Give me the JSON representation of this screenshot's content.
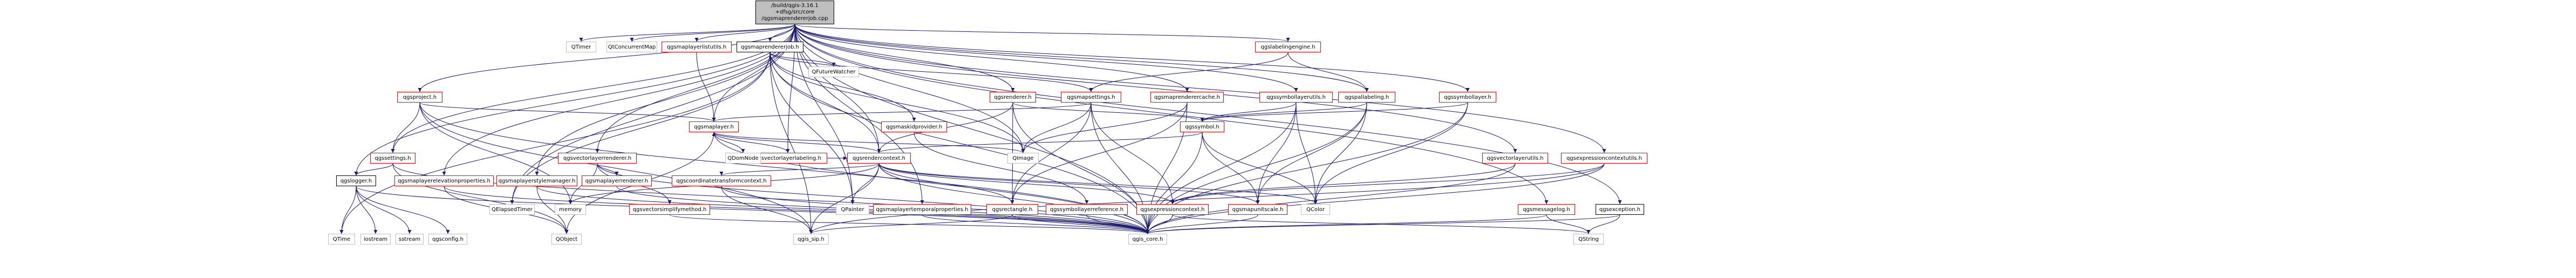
{
  "root_lines": [
    "/build/qgis-3.16.1",
    "+dfsg/src/core",
    "/qgsmaprendererjob.cpp"
  ],
  "nodes": [
    {
      "id": "qtimer",
      "label": "QTimer",
      "style": "gray"
    },
    {
      "id": "qtconcurrentmap",
      "label": "QtConcurrentMap",
      "style": "gray"
    },
    {
      "id": "qgsmaprendererjob_h",
      "label": "qgsmaprendererjob.h",
      "style": "black"
    },
    {
      "id": "qgsmaplayerlistutils_h",
      "label": "qgsmaplayerlistutils.h",
      "style": "red"
    },
    {
      "id": "qgslabelingengine_h",
      "label": "qgslabelingengine.h",
      "style": "red"
    },
    {
      "id": "qgsproject_h",
      "label": "qgsproject.h",
      "style": "red"
    },
    {
      "id": "qgsvectorlayerlabeling_h",
      "label": "qgsvectorlayerlabeling.h",
      "style": "red"
    },
    {
      "id": "qfuturewatcher",
      "label": "QFutureWatcher",
      "style": "gray"
    },
    {
      "id": "qgsrenderer_h",
      "label": "qgsrenderer.h",
      "style": "red"
    },
    {
      "id": "qgsmapsettings_h",
      "label": "qgsmapsettings.h",
      "style": "red"
    },
    {
      "id": "qgsmaprenderercache_h",
      "label": "qgsmaprenderercache.h",
      "style": "red"
    },
    {
      "id": "qgssymbollayerutils_h",
      "label": "qgssymbollayerutils.h",
      "style": "red"
    },
    {
      "id": "qgspallabeling_h",
      "label": "qgspallabeling.h",
      "style": "red"
    },
    {
      "id": "qgssymbollayer_h",
      "label": "qgssymbollayer.h",
      "style": "red"
    },
    {
      "id": "qgsmaskidprovider_h",
      "label": "qgsmaskidprovider.h",
      "style": "red"
    },
    {
      "id": "qgsmaplayer_h",
      "label": "qgsmaplayer.h",
      "style": "red"
    },
    {
      "id": "qgssymbol_h",
      "label": "qgssymbol.h",
      "style": "red"
    },
    {
      "id": "qgssettings_h",
      "label": "qgssettings.h",
      "style": "red"
    },
    {
      "id": "qgsvectorlayerrenderer_h",
      "label": "qgsvectorlayerrenderer.h",
      "style": "red"
    },
    {
      "id": "qdomnode",
      "label": "QDomNode",
      "style": "gray"
    },
    {
      "id": "qimage",
      "label": "QImage",
      "style": "gray"
    },
    {
      "id": "qgsrendercontext_h",
      "label": "qgsrendercontext.h",
      "style": "red"
    },
    {
      "id": "qgsvectorlayerutils_h",
      "label": "qgsvectorlayerutils.h",
      "style": "red"
    },
    {
      "id": "qgsexpressioncontextutils_h",
      "label": "qgsexpressioncontextutils.h",
      "style": "red"
    },
    {
      "id": "qgslogger_h",
      "label": "qgslogger.h",
      "style": "black"
    },
    {
      "id": "qgsmaplayerelevationproperties_h",
      "label": "qgsmaplayerelevationproperties.h",
      "style": "red"
    },
    {
      "id": "qgsmaplayerstylemanager_h",
      "label": "qgsmaplayerstylemanager.h",
      "style": "red"
    },
    {
      "id": "qelapsedtimer",
      "label": "QElapsedTimer",
      "style": "gray"
    },
    {
      "id": "memory",
      "label": "memory",
      "style": "gray"
    },
    {
      "id": "qgsmaplayerrenderer_h",
      "label": "qgsmaplayerrenderer.h",
      "style": "red"
    },
    {
      "id": "qgsvectorsimplifymethod_h",
      "label": "qgsvectorsimplifymethod.h",
      "style": "red"
    },
    {
      "id": "qgscoordinatetransformcontext_h",
      "label": "qgscoordinatetransformcontext.h",
      "style": "red"
    },
    {
      "id": "qpainter",
      "label": "QPainter",
      "style": "gray"
    },
    {
      "id": "qgsmaplayertemporalproperties_h",
      "label": "qgsmaplayertemporalproperties.h",
      "style": "red"
    },
    {
      "id": "qgsrectangle_h",
      "label": "qgsrectangle.h",
      "style": "red"
    },
    {
      "id": "qgssymbollayerreference_h",
      "label": "qgssymbollayerreference.h",
      "style": "red"
    },
    {
      "id": "qgsexpressioncontext_h",
      "label": "qgsexpressioncontext.h",
      "style": "red"
    },
    {
      "id": "qgsmapunitscale_h",
      "label": "qgsmapunitscale.h",
      "style": "red"
    },
    {
      "id": "qcolor",
      "label": "QColor",
      "style": "gray"
    },
    {
      "id": "qgsmessagelog_h",
      "label": "qgsmessagelog.h",
      "style": "red"
    },
    {
      "id": "qgsexception_h",
      "label": "qgsexception.h",
      "style": "black"
    },
    {
      "id": "qtime",
      "label": "QTime",
      "style": "gray"
    },
    {
      "id": "iostream",
      "label": "iostream",
      "style": "gray"
    },
    {
      "id": "sstream",
      "label": "sstream",
      "style": "gray"
    },
    {
      "id": "qgsconfig_h",
      "label": "qgsconfig.h",
      "style": "gray"
    },
    {
      "id": "qobject",
      "label": "QObject",
      "style": "gray"
    },
    {
      "id": "qgis_sip_h",
      "label": "qgis_sip.h",
      "style": "gray"
    },
    {
      "id": "qgis_core_h",
      "label": "qgis_core.h",
      "style": "gray"
    },
    {
      "id": "qstring",
      "label": "QString",
      "style": "gray"
    }
  ],
  "edges": [
    [
      "root",
      "qtimer"
    ],
    [
      "root",
      "qtconcurrentmap"
    ],
    [
      "root",
      "qgsmaprendererjob_h"
    ],
    [
      "root",
      "qgsmaplayerlistutils_h"
    ],
    [
      "root",
      "qgslabelingengine_h"
    ],
    [
      "root",
      "qgsproject_h"
    ],
    [
      "root",
      "qgsvectorlayerlabeling_h"
    ],
    [
      "root",
      "qgsrenderer_h"
    ],
    [
      "root",
      "qgsmaprenderercache_h"
    ],
    [
      "root",
      "qgssymbollayerutils_h"
    ],
    [
      "root",
      "qgspallabeling_h"
    ],
    [
      "root",
      "qgssymbollayer_h"
    ],
    [
      "root",
      "qgsvectorlayerrenderer_h"
    ],
    [
      "root",
      "qgsvectorlayerutils_h"
    ],
    [
      "root",
      "qgsexpressioncontextutils_h"
    ],
    [
      "root",
      "qgslogger_h"
    ],
    [
      "root",
      "qgsmaplayerelevationproperties_h"
    ],
    [
      "root",
      "qgsmaplayerstylemanager_h"
    ],
    [
      "root",
      "qgssettings_h"
    ],
    [
      "root",
      "qelapsedtimer"
    ],
    [
      "root",
      "qgsmaplayertemporalproperties_h"
    ],
    [
      "root",
      "qgsmaplayer_h"
    ],
    [
      "root",
      "qgsrendercontext_h"
    ],
    [
      "root",
      "qgsmessagelog_h"
    ],
    [
      "root",
      "qgsexception_h"
    ],
    [
      "root",
      "qpainter"
    ],
    [
      "root",
      "qgis_core_h"
    ],
    [
      "root",
      "qimage"
    ],
    [
      "qgsmaprendererjob_h",
      "qfuturewatcher"
    ],
    [
      "qgsmaprendererjob_h",
      "qgsmapsettings_h"
    ],
    [
      "qgsmaprendererjob_h",
      "qgsmaskidprovider_h"
    ],
    [
      "qgsmaprendererjob_h",
      "qgsrendercontext_h"
    ],
    [
      "qgsmaprendererjob_h",
      "qpainter"
    ],
    [
      "qgsmaprendererjob_h",
      "qelapsedtimer"
    ],
    [
      "qgsmaprendererjob_h",
      "qimage"
    ],
    [
      "qgsmaprendererjob_h",
      "qtime"
    ],
    [
      "qgsmaprendererjob_h",
      "qgis_core_h"
    ],
    [
      "qgsmaprendererjob_h",
      "qgis_sip_h"
    ],
    [
      "qgsmaplayerlistutils_h",
      "qgsmaplayer_h"
    ],
    [
      "qgslabelingengine_h",
      "qgsmapsettings_h"
    ],
    [
      "qgslabelingengine_h",
      "qgspallabeling_h"
    ],
    [
      "qgsproject_h",
      "qgssettings_h"
    ],
    [
      "qgsproject_h",
      "qgsmaplayer_h"
    ],
    [
      "qgsproject_h",
      "memory"
    ],
    [
      "qgsproject_h",
      "qgis_core_h"
    ],
    [
      "qgsproject_h",
      "qgis_sip_h"
    ],
    [
      "qgsvectorlayerlabeling_h",
      "qgsmaplayer_h"
    ],
    [
      "qgsvectorlayerlabeling_h",
      "qgsrendercontext_h"
    ],
    [
      "qgsrenderer_h",
      "qgssymbol_h"
    ],
    [
      "qgsrenderer_h",
      "qgsrendercontext_h"
    ],
    [
      "qgsrenderer_h",
      "qgsrectangle_h"
    ],
    [
      "qgsrenderer_h",
      "qgis_core_h"
    ],
    [
      "qgsmapsettings_h",
      "qgsmaplayer_h"
    ],
    [
      "qgsmapsettings_h",
      "qgsrectangle_h"
    ],
    [
      "qgsmapsettings_h",
      "qimage"
    ],
    [
      "qgsmapsettings_h",
      "qgsexpressioncontext_h"
    ],
    [
      "qgsmapsettings_h",
      "qgis_core_h"
    ],
    [
      "qgsmaprenderercache_h",
      "qgsrectangle_h"
    ],
    [
      "qgsmaprenderercache_h",
      "qimage"
    ],
    [
      "qgsmaprenderercache_h",
      "qgis_core_h"
    ],
    [
      "qgssymbollayerutils_h",
      "qgssymbol_h"
    ],
    [
      "qgssymbollayerutils_h",
      "qcolor"
    ],
    [
      "qgssymbollayerutils_h",
      "qgsmapunitscale_h"
    ],
    [
      "qgssymbollayerutils_h",
      "qgis_core_h"
    ],
    [
      "qgspallabeling_h",
      "qgssymbol_h"
    ],
    [
      "qgspallabeling_h",
      "qgsmapunitscale_h"
    ],
    [
      "qgspallabeling_h",
      "qcolor"
    ],
    [
      "qgspallabeling_h",
      "qgis_core_h"
    ],
    [
      "qgssymbollayer_h",
      "qgssymbol_h"
    ],
    [
      "qgssymbollayer_h",
      "qcolor"
    ],
    [
      "qgssymbollayer_h",
      "qgis_core_h"
    ],
    [
      "qgsmaskidprovider_h",
      "qgssymbollayerreference_h"
    ],
    [
      "qgsmaplayer_h",
      "qdomnode"
    ],
    [
      "qgsmaplayer_h",
      "qimage"
    ],
    [
      "qgsmaplayer_h",
      "qgsrendercontext_h"
    ],
    [
      "qgsmaplayer_h",
      "qgis_core_h"
    ],
    [
      "qgsmaplayer_h",
      "qobject"
    ],
    [
      "qgssymbol_h",
      "qgsrendercontext_h"
    ],
    [
      "qgssymbol_h",
      "qgsmapunitscale_h"
    ],
    [
      "qgssymbol_h",
      "qcolor"
    ],
    [
      "qgssymbol_h",
      "qgis_core_h"
    ],
    [
      "qgssettings_h",
      "qgslogger_h"
    ],
    [
      "qgssettings_h",
      "qgis_core_h"
    ],
    [
      "qgssettings_h",
      "qobject"
    ],
    [
      "qgsvectorlayerrenderer_h",
      "qgsmaplayerrenderer_h"
    ],
    [
      "qgsvectorlayerrenderer_h",
      "qgsvectorsimplifymethod_h"
    ],
    [
      "qgsvectorlayerrenderer_h",
      "memory"
    ],
    [
      "qgsvectorlayerrenderer_h",
      "qgis_core_h"
    ],
    [
      "qgsrendercontext_h",
      "qgscoordinatetransformcontext_h"
    ],
    [
      "qgsrendercontext_h",
      "qpainter"
    ],
    [
      "qgsrendercontext_h",
      "qgsrectangle_h"
    ],
    [
      "qgsrendercontext_h",
      "qgsexpressioncontext_h"
    ],
    [
      "qgsrendercontext_h",
      "qgsmapunitscale_h"
    ],
    [
      "qgsrendercontext_h",
      "qcolor"
    ],
    [
      "qgsrendercontext_h",
      "qgis_core_h"
    ],
    [
      "qgsrendercontext_h",
      "qgis_sip_h"
    ],
    [
      "qgsrendercontext_h",
      "memory"
    ],
    [
      "qgsvectorlayerutils_h",
      "qgsexpressioncontext_h"
    ],
    [
      "qgsvectorlayerutils_h",
      "qgis_core_h"
    ],
    [
      "qgsexpressioncontextutils_h",
      "qgsexpressioncontext_h"
    ],
    [
      "qgsexpressioncontextutils_h",
      "qgis_core_h"
    ],
    [
      "qgsexpressioncontextutils_h",
      "qgis_sip_h"
    ],
    [
      "qgslogger_h",
      "qtime"
    ],
    [
      "qgslogger_h",
      "iostream"
    ],
    [
      "qgslogger_h",
      "sstream"
    ],
    [
      "qgslogger_h",
      "qgsconfig_h"
    ],
    [
      "qgslogger_h",
      "qgis_core_h"
    ],
    [
      "qgsmaplayerelevationproperties_h",
      "qobject"
    ],
    [
      "qgsmaplayerelevationproperties_h",
      "qgis_core_h"
    ],
    [
      "qgsmaplayerstylemanager_h",
      "qobject"
    ],
    [
      "qgsmaplayerstylemanager_h",
      "qgis_core_h"
    ],
    [
      "qgsmaplayerrenderer_h",
      "qgis_core_h"
    ],
    [
      "qgsvectorsimplifymethod_h",
      "qgis_core_h"
    ],
    [
      "qgscoordinatetransformcontext_h",
      "qgis_core_h"
    ],
    [
      "qgscoordinatetransformcontext_h",
      "qgis_sip_h"
    ],
    [
      "qgsmaplayertemporalproperties_h",
      "qgis_core_h"
    ],
    [
      "qgsrectangle_h",
      "qgis_core_h"
    ],
    [
      "qgsrectangle_h",
      "qgis_sip_h"
    ],
    [
      "qgssymbollayerreference_h",
      "qgis_core_h"
    ],
    [
      "qgsexpressioncontext_h",
      "qgis_core_h"
    ],
    [
      "qgsexpressioncontext_h",
      "qstring"
    ],
    [
      "qgsmapunitscale_h",
      "qgis_core_h"
    ],
    [
      "qgsmessagelog_h",
      "qgis_core_h"
    ],
    [
      "qgsmessagelog_h",
      "qstring"
    ],
    [
      "qgsexception_h",
      "qgis_core_h"
    ],
    [
      "qgsexception_h",
      "qstring"
    ]
  ]
}
